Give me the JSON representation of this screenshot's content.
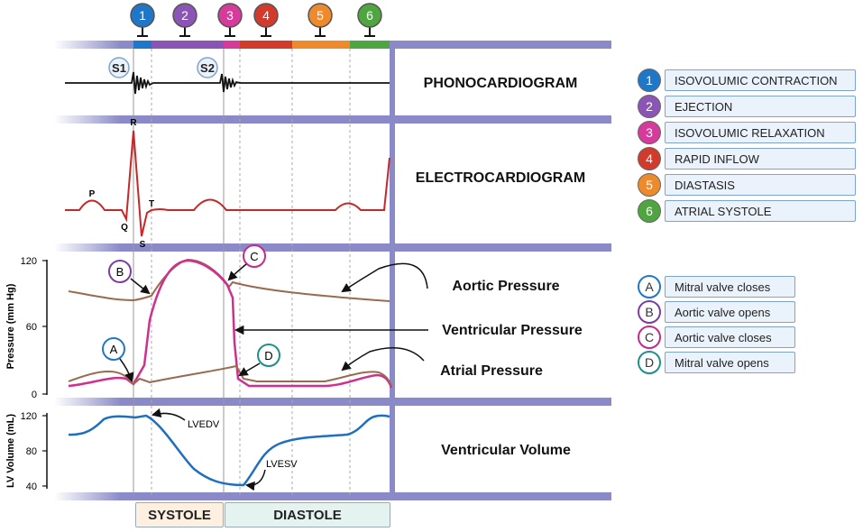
{
  "phases": [
    {
      "num": "1",
      "label": "ISOVOLUMIC CONTRACTION",
      "color": "#1f77c9"
    },
    {
      "num": "2",
      "label": "EJECTION",
      "color": "#8b55b5"
    },
    {
      "num": "3",
      "label": "ISOVOLUMIC RELAXATION",
      "color": "#d63a9a"
    },
    {
      "num": "4",
      "label": "RAPID INFLOW",
      "color": "#d23a2c"
    },
    {
      "num": "5",
      "label": "DIASTASIS",
      "color": "#ef8a2c"
    },
    {
      "num": "6",
      "label": "ATRIAL SYSTOLE",
      "color": "#4fa640"
    }
  ],
  "valves": [
    {
      "letter": "A",
      "label": "Mitral valve closes",
      "color": "#1f77c9"
    },
    {
      "letter": "B",
      "label": "Aortic valve opens",
      "color": "#7a3ea0"
    },
    {
      "letter": "C",
      "label": "Aortic valve closes",
      "color": "#c42b8a"
    },
    {
      "letter": "D",
      "label": "Mitral valve opens",
      "color": "#1f8f8a"
    }
  ],
  "panels": {
    "phono": "PHONOCARDIOGRAM",
    "ecg": "ELECTROCARDIOGRAM",
    "aortic": "Aortic Pressure",
    "ventricular": "Ventricular Pressure",
    "atrial": "Atrial Pressure",
    "volume": "Ventricular Volume"
  },
  "sounds": {
    "s1": "S1",
    "s2": "S2"
  },
  "ecg_waves": {
    "p": "P",
    "q": "Q",
    "r": "R",
    "s": "S",
    "t": "T"
  },
  "pressure_axis": {
    "label": "Pressure (mm Hg)",
    "ticks": [
      "120",
      "60",
      "0"
    ]
  },
  "volume_axis": {
    "label": "LV Volume (mL)",
    "ticks": [
      "120",
      "80",
      "40"
    ]
  },
  "volume_markers": {
    "lvedv": "LVEDV",
    "lvesv": "LVESV"
  },
  "bottom": {
    "systole": "SYSTOLE",
    "diastole": "DIASTOLE"
  }
}
